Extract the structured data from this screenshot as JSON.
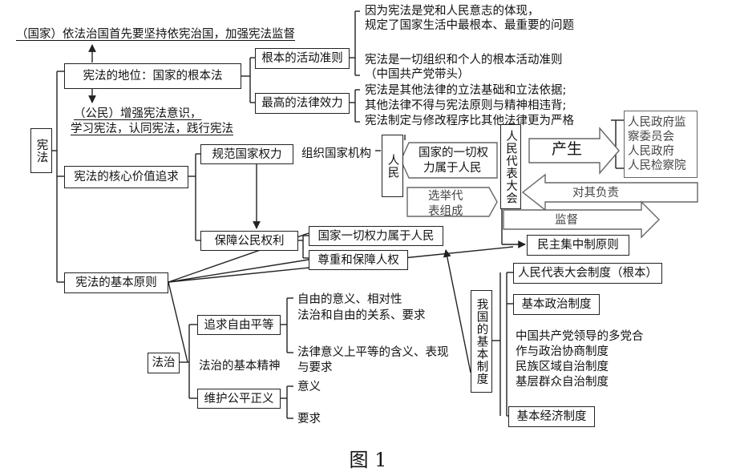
{
  "root": "宪法",
  "status": {
    "label": "宪法的地位：国家的根本法",
    "state_duty": "（国家）依法治国首先要坚持依宪治国，加强宪法监督",
    "citizen_duty_1": "（公民）增强宪法意识，",
    "citizen_duty_2": "学习宪法，认同宪法，践行宪法",
    "activity_norm": "根本的活动准则",
    "norm_reason_1": "因为宪法是党和人民意志的体现，",
    "norm_reason_2": "规定了国家生活中最根本、最重要的问题",
    "norm_scope_1": "宪法是一切组织和个人的根本活动准则",
    "norm_scope_2": "（中国共产党带头）",
    "supreme_effect": "最高的法律效力",
    "effect_1": "宪法是其他法律的立法基础和立法依据;",
    "effect_2": "其他法律不得与宪法原则与精神相违背;",
    "effect_3": "宪法制定与修改程序比其他法律更为严格"
  },
  "core": {
    "label": "宪法的核心价值追求",
    "regulate_power": "规范国家权力",
    "organize_organs": "组织国家机构",
    "protect_rights": "保障公民权利"
  },
  "power_flow": {
    "people": "人民",
    "power_belongs": "国家的一切权力属于人民",
    "elect_1": "选举代",
    "elect_2": "表组成",
    "npc": "人民代表大会",
    "produce": "产生",
    "organs": [
      "人民政府监",
      "察委员会",
      "人民政府",
      "人民检察院"
    ],
    "responsible": "对其负责",
    "supervise": "监督",
    "democratic_centralism": "民主集中制原则"
  },
  "principles": {
    "label": "宪法的基本原则",
    "power_to_people": "国家一切权力属于人民",
    "human_rights": "尊重和保障人权"
  },
  "rule_of_law": {
    "label": "法治",
    "spirit": "法治的基本精神",
    "freedom": "追求自由平等",
    "freedom_1": "自由的意义、相对性",
    "freedom_2": "法治和自由的关系、要求",
    "equality_1": "法律意义上平等的含义、表现",
    "equality_2": "与要求",
    "justice": "维护公平正义",
    "justice_meaning": "意义",
    "justice_req": "要求"
  },
  "systems": {
    "label": "我国的基本制度",
    "npc_system": "人民代表大会制度（根本）",
    "political": "基本政治制度",
    "political_items": [
      "中国共产党领导的多党合",
      "作与政治协商制度",
      "民族区域自治制度",
      "基层群众自治制度"
    ],
    "economic": "基本经济制度"
  },
  "caption": "图 1"
}
